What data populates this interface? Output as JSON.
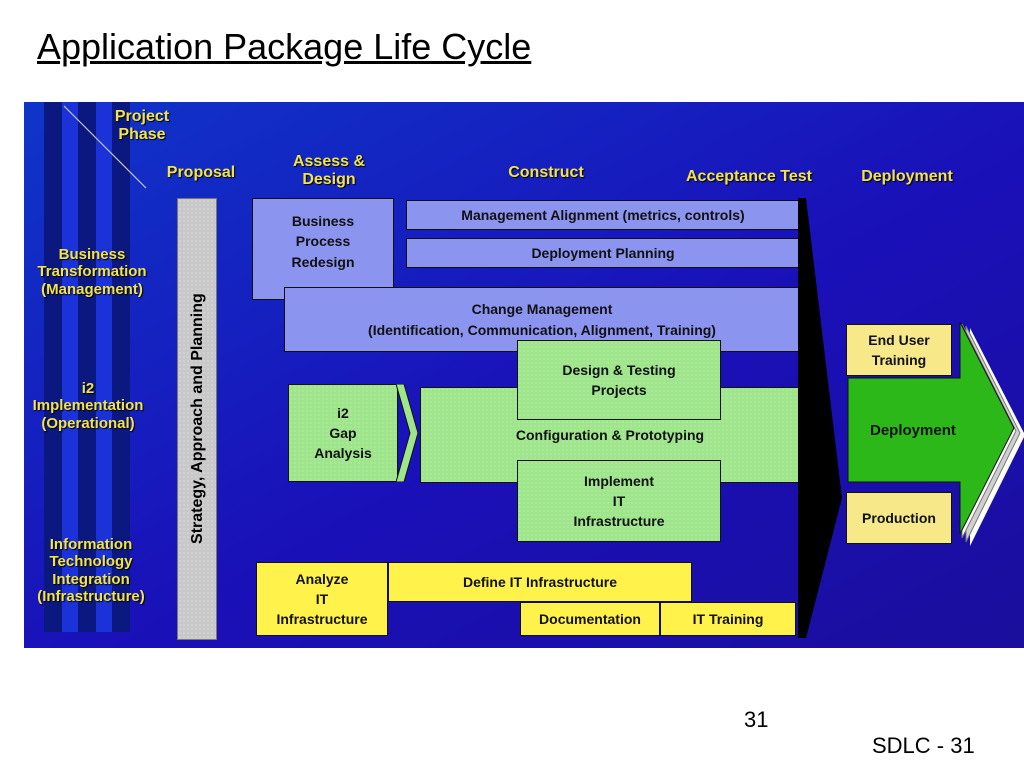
{
  "slide": {
    "title": "Application Package Life Cycle",
    "page_number": "31",
    "footer_label": "SDLC - 31"
  },
  "diagram": {
    "corner_label": "Project\nPhase",
    "phases": {
      "proposal": "Proposal",
      "assess": "Assess &\nDesign",
      "construct": "Construct",
      "acceptance": "Acceptance Test",
      "deployment": "Deployment"
    },
    "rows": {
      "business": "Business\nTransformation\n(Management)",
      "i2": "i2\nImplementation\n(Operational)",
      "it": "Information\nTechnology\nIntegration\n(Infrastructure)"
    },
    "strategy_bar": "Strategy, Approach and Planning",
    "boxes": {
      "bpr": "Business\nProcess\nRedesign",
      "mgmt_alignment": "Management Alignment (metrics, controls)",
      "deploy_planning": "Deployment Planning",
      "change_mgmt": "Change Management\n(Identification, Communication, Alignment, Training)",
      "gap": "i2\nGap\nAnalysis",
      "config": "Configuration & Prototyping",
      "design_testing": "Design & Testing\nProjects",
      "implement_it": "Implement\nIT\nInfrastructure",
      "analyze_it": "Analyze\nIT\nInfrastructure",
      "define_it": "Define IT Infrastructure",
      "documentation": "Documentation",
      "it_training": "IT Training",
      "end_user_training": "End User\nTraining",
      "deployment_arrow": "Deployment",
      "production": "Production"
    },
    "colors": {
      "background": "#1a1fbf",
      "label": "#f2e34a",
      "purple": "#8b94ef",
      "green": "#9ee58b",
      "yellow": "#fff24a",
      "deploy_green": "#2db81a"
    }
  }
}
